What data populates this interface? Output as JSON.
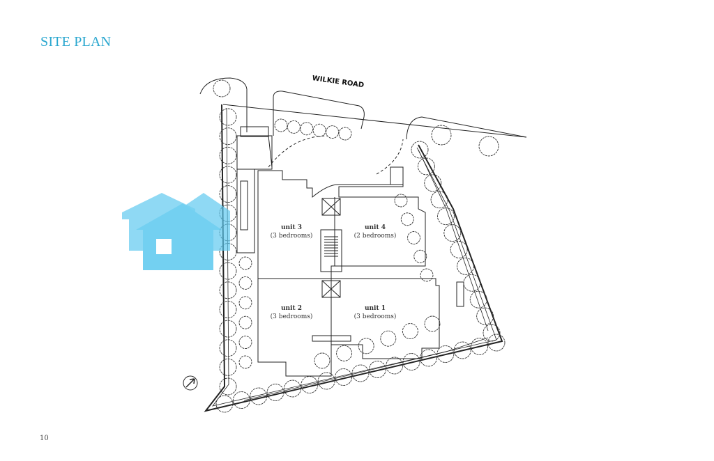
{
  "page": {
    "title": "SITE PLAN",
    "page_number": "10"
  },
  "plan": {
    "road_name": "WILKIE ROAD",
    "units": [
      {
        "name": "unit 3",
        "bedrooms": "(3 bedrooms)"
      },
      {
        "name": "unit 4",
        "bedrooms": "(2 bedrooms)"
      },
      {
        "name": "unit 2",
        "bedrooms": "(3 bedrooms)"
      },
      {
        "name": "unit 1",
        "bedrooms": "(3 bedrooms)"
      }
    ],
    "north_arrow": "north-arrow-icon"
  },
  "colors": {
    "title": "#2aa7cf",
    "watermark": "#5bc8ef",
    "lines": "#222222"
  }
}
